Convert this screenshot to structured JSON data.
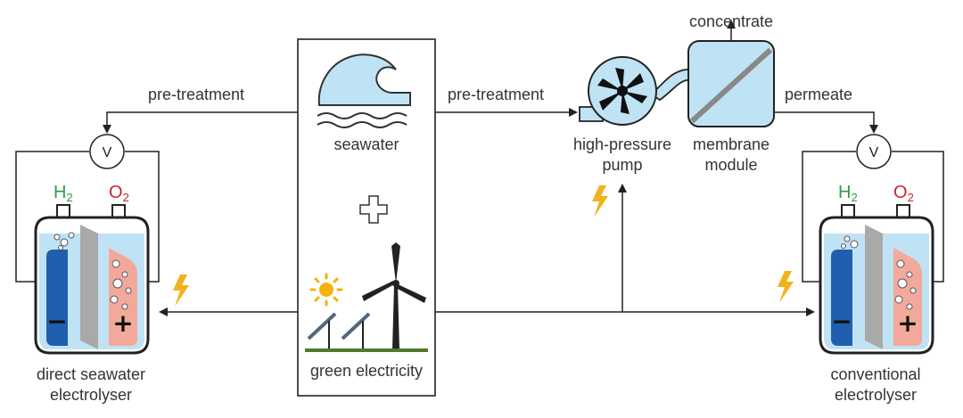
{
  "labels": {
    "pretreatment_left": "pre-treatment",
    "pretreatment_right": "pre-treatment",
    "seawater": "seawater",
    "green_electricity": "green electricity",
    "concentrate": "concentrate",
    "permeate": "permeate",
    "pump_line1": "high-pressure",
    "pump_line2": "pump",
    "membrane_line1": "membrane",
    "membrane_line2": "module",
    "direct_line1": "direct seawater",
    "direct_line2": "electrolyser",
    "conventional_line1": "conventional",
    "conventional_line2": "electrolyser"
  },
  "gases": {
    "h_symbol": "H",
    "o_symbol": "O",
    "subscript": "2"
  },
  "voltmeter": "V",
  "signs": {
    "minus": "−",
    "plus": "+"
  },
  "colors": {
    "h2": "#2e9e4a",
    "o2": "#c62828",
    "cathode": "#1f5fae",
    "anode": "#f2a99b",
    "membrane": "#a9a9a9",
    "electrolyte": "#bfe3f5",
    "lightning": "#f2b21b",
    "grass": "#4f7a2a",
    "sun": "#f6b20e"
  },
  "icons": [
    "wave-icon",
    "plus-icon",
    "sun-icon",
    "solar-panel-icon",
    "wind-turbine-icon",
    "lightning-icon",
    "pump-icon",
    "membrane-module-icon",
    "voltmeter-icon"
  ]
}
